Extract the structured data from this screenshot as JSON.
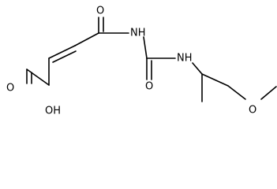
{
  "atoms": {
    "o_carbonyl_top": "O",
    "nh_imide": "NH",
    "o_urea": "O",
    "nh_amine": "NH",
    "o_acid": "O",
    "oh_acid": "OH",
    "o_ether": "O"
  },
  "colors": {
    "bond": "#000000",
    "background": "#ffffff"
  }
}
